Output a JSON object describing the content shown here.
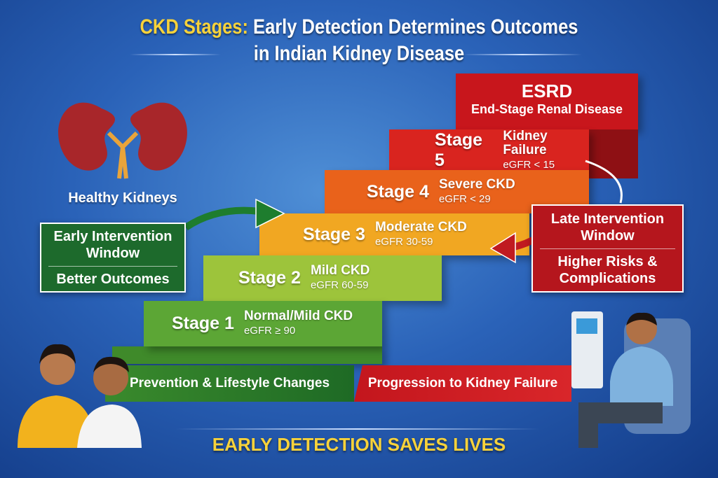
{
  "title": {
    "highlight": "CKD Stages:",
    "line1": "Early Detection Determines Outcomes",
    "line2": "in Indian Kidney Disease"
  },
  "kidneys_label": "Healthy Kidneys",
  "stages": [
    {
      "label": "ESRD",
      "desc": "End-Stage Renal Disease",
      "color": "#c8161c"
    },
    {
      "label": "Stage 5",
      "desc": "Kidney Failure",
      "egfr": "eGFR < 15",
      "color": "#d9241f"
    },
    {
      "label": "Stage 4",
      "desc": "Severe CKD",
      "egfr": "eGFR < 29",
      "color": "#e9621b"
    },
    {
      "label": "Stage 3",
      "desc": "Moderate CKD",
      "egfr": "eGFR 30-59",
      "color": "#f1a722"
    },
    {
      "label": "Stage 2",
      "desc": "Mild CKD",
      "egfr": "eGFR 60-59",
      "color": "#9dc43b"
    },
    {
      "label": "Stage 1",
      "desc": "Normal/Mild CKD",
      "egfr": "eGFR ≥ 90",
      "color": "#5ca635"
    }
  ],
  "early_box": {
    "line1": "Early Intervention Window",
    "line2": "Better Outcomes"
  },
  "late_box": {
    "line1": "Late Intervention Window",
    "line2": "Higher Risks & Complications"
  },
  "bottom_bar": {
    "left": "Prevention & Lifestyle Changes",
    "right": "Progression to Kidney Failure"
  },
  "footer": "EARLY DETECTION SAVES LIVES"
}
